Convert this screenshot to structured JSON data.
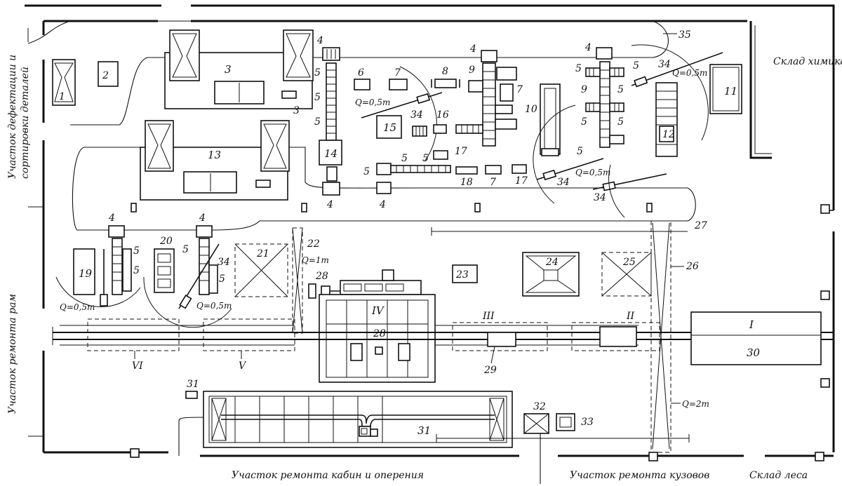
{
  "zones": {
    "defect_sorting": "Участок дефектации и сортировки деталей",
    "frame_repair": "Участок ремонта рам",
    "cabin_repair": "Участок ремонта кабин и оперения",
    "body_repair": "Участок ремонта кузовов",
    "chem_store": "Склад химикатов",
    "timber_store": "Склад леса"
  },
  "roman": [
    "I",
    "II",
    "III",
    "IV",
    "V",
    "VI"
  ],
  "numbers": [
    "1",
    "2",
    "3",
    "4",
    "5",
    "6",
    "7",
    "8",
    "9",
    "10",
    "11",
    "12",
    "13",
    "14",
    "15",
    "16",
    "17",
    "18",
    "19",
    "20",
    "21",
    "22",
    "23",
    "24",
    "25",
    "26",
    "27",
    "28",
    "29",
    "30",
    "31",
    "32",
    "33",
    "34",
    "35"
  ],
  "loads": {
    "q05": "Q=0,5т",
    "q1": "Q=1т",
    "q2": "Q=2т"
  }
}
